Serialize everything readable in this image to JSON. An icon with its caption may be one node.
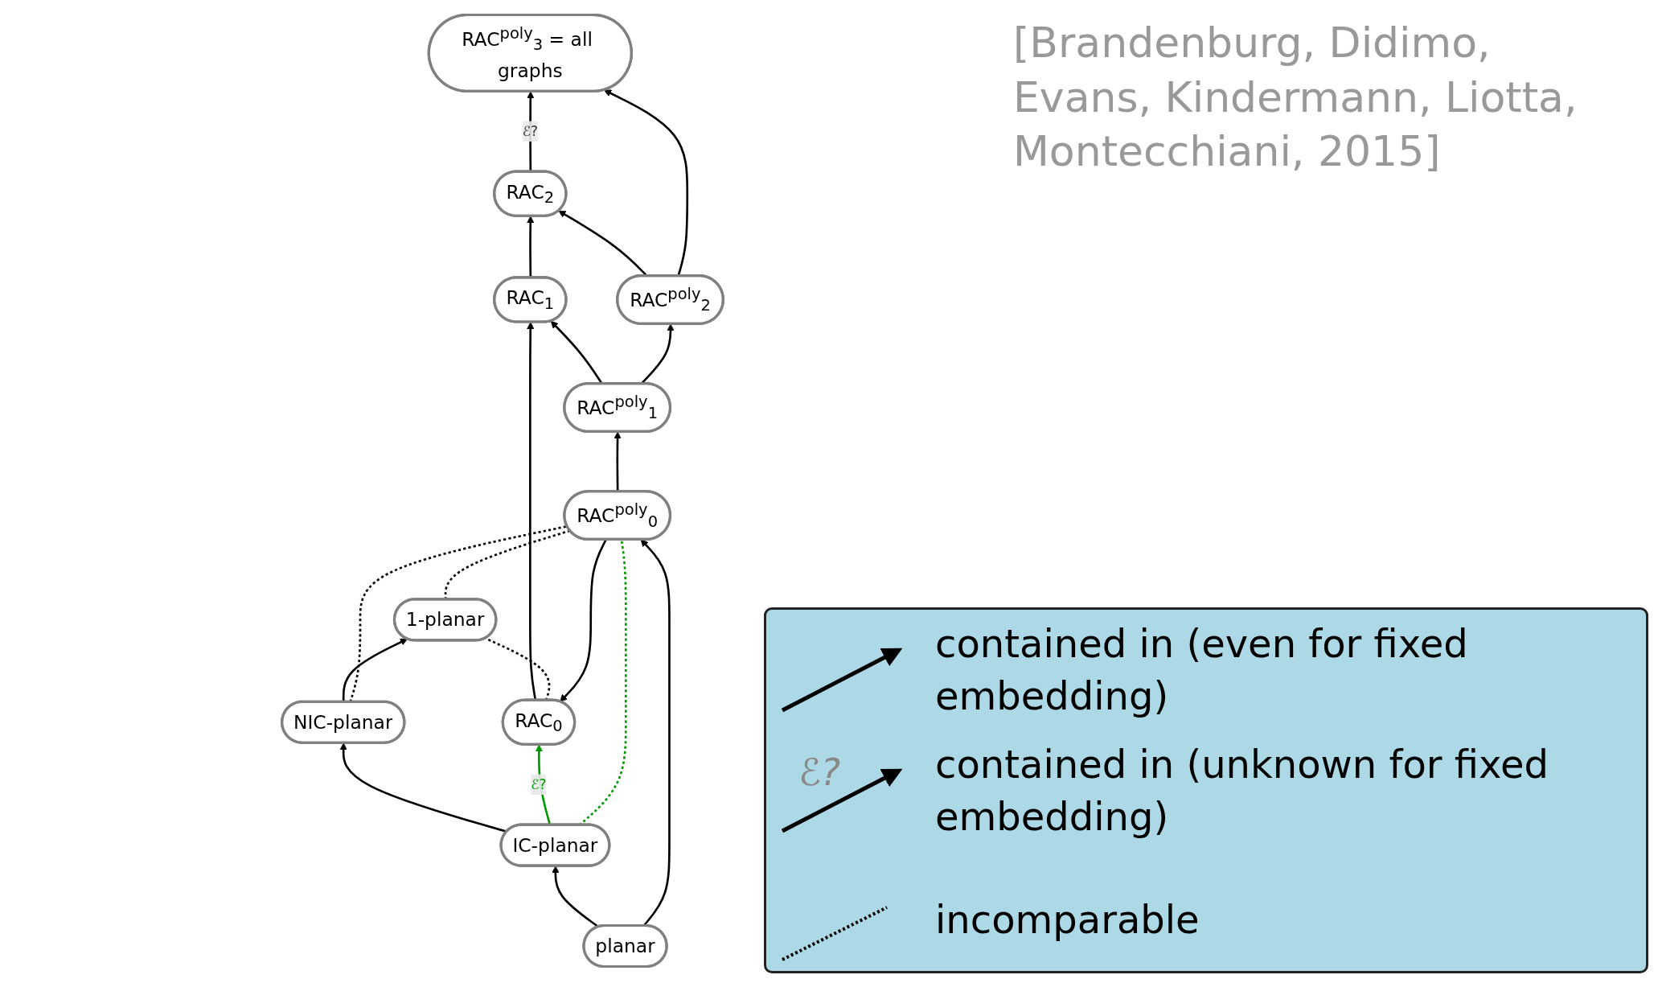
{
  "diagram": {
    "nodes": [
      {
        "text": [
          "RAC$_{2}$"
        ]
      },
      {
        "text": [
          "RAC$^{poly}$$_{3}$ = all graphs"
        ]
      },
      {
        "text": [
          "RAC$^{poly}$$_{2}$"
        ]
      },
      {
        "text": [
          "RAC$_{1}$"
        ]
      },
      {
        "text": [
          "RAC$^{poly}$$_{1}$"
        ]
      },
      {
        "text": [
          "RAC$_{0}$"
        ]
      },
      {
        "text": [
          "1-planar"
        ]
      },
      {
        "text": [
          "RAC$^{poly}$$_{0}$"
        ]
      },
      {
        "text": [
          "NIC-planar"
        ]
      },
      {
        "text": [
          "IC-planar"
        ]
      },
      {
        "text": [
          "planar"
        ]
      }
    ],
    "edges": [
      {
        "from": 0,
        "to": 1,
        "arrow": "to",
        "label": "ℰ?"
      },
      {
        "from": 2,
        "to": 0,
        "arrow": "to"
      },
      {
        "from": 2,
        "to": 1,
        "arrow": "to"
      },
      {
        "from": 3,
        "to": 0,
        "arrow": "to"
      },
      {
        "from": 4,
        "to": 3,
        "arrow": "to"
      },
      {
        "from": 4,
        "to": 2,
        "arrow": "to"
      },
      {
        "from": 5,
        "to": 3,
        "arrow": "to"
      },
      {
        "from": 7,
        "to": 5,
        "arrow": "to"
      },
      {
        "from": 7,
        "to": 4,
        "arrow": "to"
      },
      {
        "from": 5,
        "to": 6,
        "arrow": "none",
        "style": "dashed"
      },
      {
        "from": 6,
        "to": 7,
        "arrow": "none",
        "style": "dashed"
      },
      {
        "from": 8,
        "to": 6,
        "arrow": "to"
      },
      {
        "from": 8,
        "to": 7,
        "arrow": "none",
        "style": "dashed"
      },
      {
        "from": 9,
        "to": 8,
        "arrow": "to"
      },
      {
        "from": 9,
        "to": 5,
        "arrow": "to",
        "label": "ℰ?",
        "color": "#009900"
      },
      {
        "from": 9,
        "to": 7,
        "arrow": "none",
        "style": "dashed",
        "color": "#009900"
      },
      {
        "from": 10,
        "to": 9,
        "arrow": "to"
      },
      {
        "from": 10,
        "to": 7,
        "arrow": "to"
      }
    ],
    "labels": [
      "[Brandenburg, Didimo, Evans, Kindermann, Liotta, Montecchiani, 2015]",
      "ℰ?"
    ],
    "legend": [
      {
        "text": "contained in (even for fixed embedding)"
      },
      {
        "text": "contained in (unknown for fixed embedding)"
      },
      {
        "text": "incomparable"
      }
    ]
  }
}
